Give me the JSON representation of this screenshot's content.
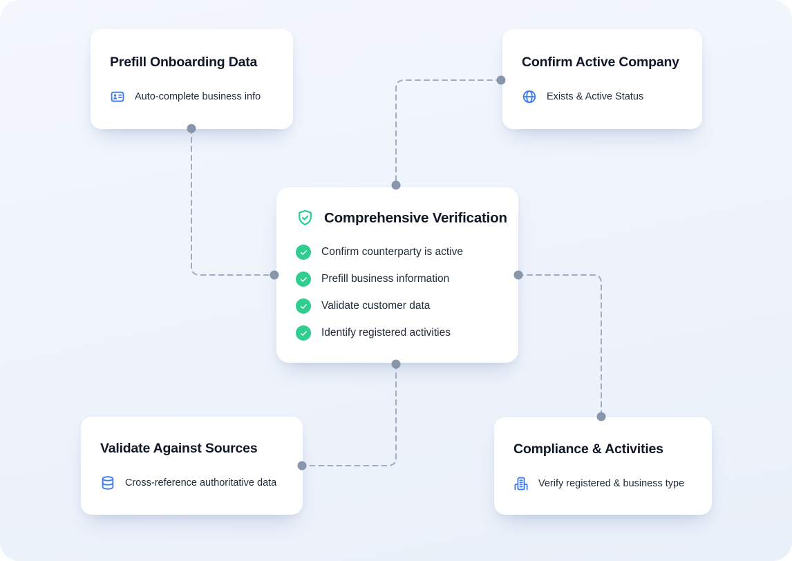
{
  "colors": {
    "background": "#edf2fa",
    "card": "#ffffff",
    "heading": "#101828",
    "body": "#212b3a",
    "accent_blue": "#3b7af7",
    "accent_green": "#2fce8f",
    "connector_line": "#9fadc2",
    "connector_dot": "#8796ab"
  },
  "cards": {
    "prefill": {
      "title": "Prefill Onboarding Data",
      "item": {
        "icon": "id-card-icon",
        "text": "Auto-complete business info"
      }
    },
    "confirm": {
      "title": "Confirm Active Company",
      "item": {
        "icon": "globe-icon",
        "text": "Exists & Active Status"
      }
    },
    "center": {
      "icon": "shield-check-icon",
      "title": "Comprehensive Verification",
      "item_icon": "check-circle-icon",
      "items": [
        "Confirm counterparty is active",
        "Prefill business information",
        "Validate customer data",
        "Identify registered activities"
      ]
    },
    "validate": {
      "title": "Validate Against Sources",
      "item": {
        "icon": "database-icon",
        "text": "Cross-reference authoritative data"
      }
    },
    "compliance": {
      "title": "Compliance & Activities",
      "item": {
        "icon": "building-icon",
        "text": "Verify registered & business type"
      }
    }
  }
}
